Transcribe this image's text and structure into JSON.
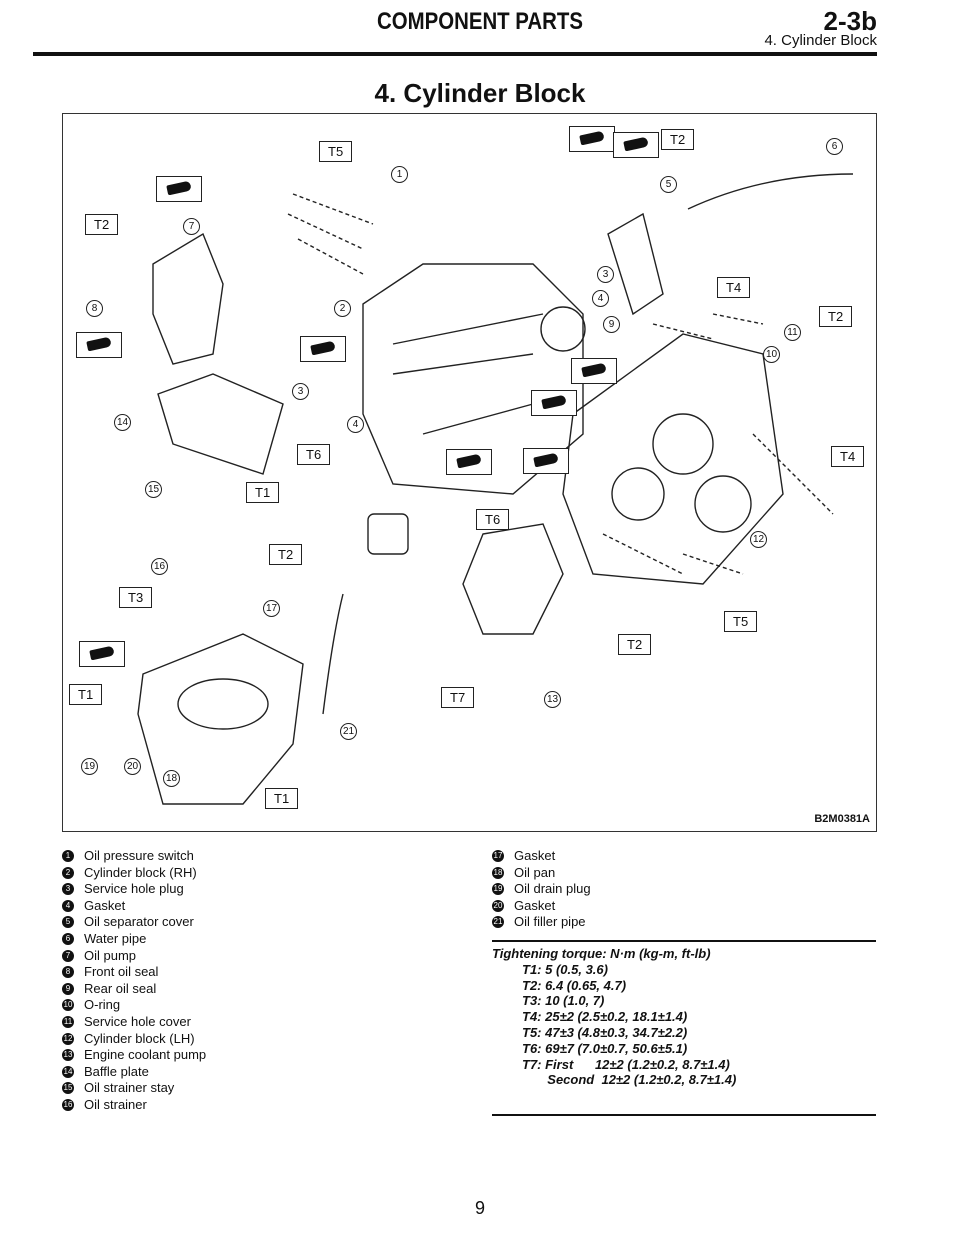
{
  "header": {
    "section": "COMPONENT PARTS",
    "code": "2-3b",
    "subtitle": "4. Cylinder Block"
  },
  "title": "4. Cylinder Block",
  "figure": {
    "code": "B2M0381A",
    "callouts": [
      "T5",
      "T2",
      "T2",
      "T4",
      "T2",
      "T4",
      "T6",
      "T1",
      "T6",
      "T2",
      "T3",
      "T5",
      "T2",
      "T1",
      "T7",
      "T1"
    ],
    "numbers": [
      "1",
      "7",
      "8",
      "2",
      "3",
      "4",
      "3",
      "4",
      "5",
      "6",
      "9",
      "10",
      "11",
      "12",
      "13",
      "14",
      "15",
      "16",
      "17",
      "18",
      "19",
      "20",
      "21"
    ]
  },
  "legend": [
    {
      "n": "1",
      "label": "Oil pressure switch"
    },
    {
      "n": "2",
      "label": "Cylinder block (RH)"
    },
    {
      "n": "3",
      "label": "Service hole plug"
    },
    {
      "n": "4",
      "label": "Gasket"
    },
    {
      "n": "5",
      "label": "Oil separator cover"
    },
    {
      "n": "6",
      "label": "Water pipe"
    },
    {
      "n": "7",
      "label": "Oil pump"
    },
    {
      "n": "8",
      "label": "Front oil seal"
    },
    {
      "n": "9",
      "label": "Rear oil seal"
    },
    {
      "n": "10",
      "label": "O-ring"
    },
    {
      "n": "11",
      "label": "Service hole cover"
    },
    {
      "n": "12",
      "label": "Cylinder block (LH)"
    },
    {
      "n": "13",
      "label": "Engine coolant pump"
    },
    {
      "n": "14",
      "label": "Baffle plate"
    },
    {
      "n": "15",
      "label": "Oil strainer stay"
    },
    {
      "n": "16",
      "label": "Oil strainer"
    },
    {
      "n": "17",
      "label": "Gasket"
    },
    {
      "n": "18",
      "label": "Oil pan"
    },
    {
      "n": "19",
      "label": "Oil drain plug"
    },
    {
      "n": "20",
      "label": "Gasket"
    },
    {
      "n": "21",
      "label": "Oil filler pipe"
    }
  ],
  "torque": {
    "heading": "Tightening torque: N·m (kg-m, ft-lb)",
    "items": [
      "T1: 5 (0.5, 3.6)",
      "T2: 6.4 (0.65, 4.7)",
      "T3: 10 (1.0, 7)",
      "T4: 25±2 (2.5±0.2, 18.1±1.4)",
      "T5: 47±3 (4.8±0.3, 34.7±2.2)",
      "T6: 69±7 (7.0±0.7, 50.6±5.1)",
      "T7: First      12±2 (1.2±0.2, 8.7±1.4)",
      "       Second  12±2 (1.2±0.2, 8.7±1.4)"
    ]
  },
  "page_number": "9"
}
